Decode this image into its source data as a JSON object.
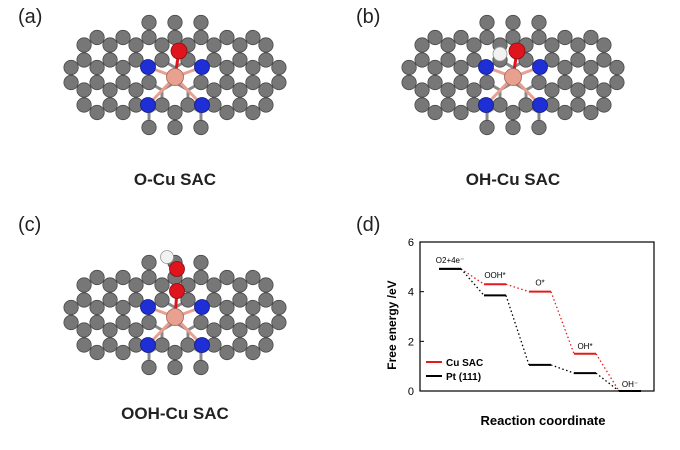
{
  "panels": [
    {
      "label": "(a)",
      "caption": "O-Cu SAC"
    },
    {
      "label": "(b)",
      "caption": "OH-Cu SAC"
    },
    {
      "label": "(c)",
      "caption": "OOH-Cu SAC"
    },
    {
      "label": "(d)",
      "caption": ""
    }
  ],
  "colors": {
    "carbon": "#777777",
    "nitrogen": "#1f2fd6",
    "copper": "#e8a090",
    "oxygen": "#e0141c",
    "hydrogen": "#f2f2f2",
    "cu_sac": "#e41a1c",
    "pt": "#000000"
  },
  "chart_data": {
    "type": "line",
    "title": "",
    "xlabel": "Reaction coordinate",
    "ylabel": "Free energy /eV",
    "ylim": [
      0,
      6
    ],
    "yticks": [
      "0",
      "2",
      "4",
      "6"
    ],
    "steps": [
      "O2+4e⁻",
      "OOH*",
      "O*",
      "OH*",
      "OH⁻"
    ],
    "series": [
      {
        "name": "Cu SAC",
        "color": "#e41a1c",
        "values": [
          4.92,
          4.3,
          4.0,
          1.5,
          0.0
        ]
      },
      {
        "name": "Pt (111)",
        "color": "#000000",
        "values": [
          4.92,
          3.85,
          1.05,
          0.72,
          0.0
        ]
      }
    ]
  }
}
